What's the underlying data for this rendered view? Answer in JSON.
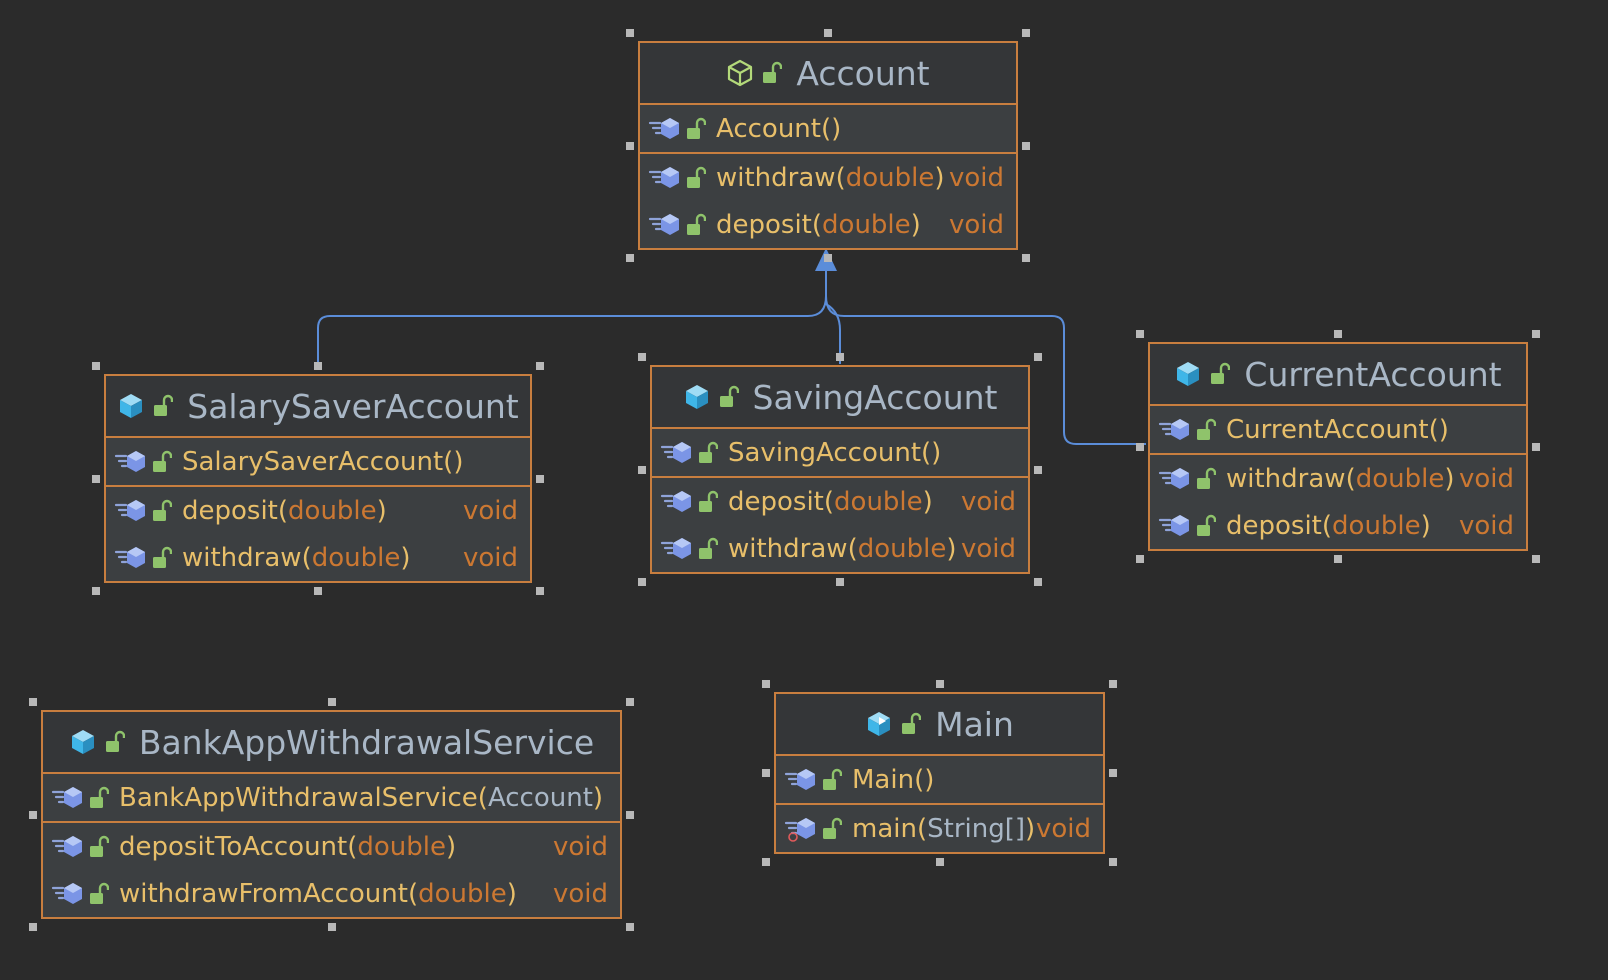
{
  "diagram": {
    "classes": [
      {
        "id": "account",
        "name": "Account",
        "kind": "abstract",
        "sections": [
          [
            {
              "name": "Account",
              "params": [],
              "return": ""
            }
          ],
          [
            {
              "name": "withdraw",
              "params": [
                "double"
              ],
              "return": "void"
            },
            {
              "name": "deposit",
              "params": [
                "double"
              ],
              "return": "void"
            }
          ]
        ]
      },
      {
        "id": "salary-saver-account",
        "name": "SalarySaverAccount",
        "kind": "class",
        "sections": [
          [
            {
              "name": "SalarySaverAccount",
              "params": [],
              "return": ""
            }
          ],
          [
            {
              "name": "deposit",
              "params": [
                "double"
              ],
              "return": "void"
            },
            {
              "name": "withdraw",
              "params": [
                "double"
              ],
              "return": "void"
            }
          ]
        ]
      },
      {
        "id": "saving-account",
        "name": "SavingAccount",
        "kind": "class",
        "sections": [
          [
            {
              "name": "SavingAccount",
              "params": [],
              "return": ""
            }
          ],
          [
            {
              "name": "deposit",
              "params": [
                "double"
              ],
              "return": "void"
            },
            {
              "name": "withdraw",
              "params": [
                "double"
              ],
              "return": "void"
            }
          ]
        ]
      },
      {
        "id": "current-account",
        "name": "CurrentAccount",
        "kind": "class",
        "sections": [
          [
            {
              "name": "CurrentAccount",
              "params": [],
              "return": ""
            }
          ],
          [
            {
              "name": "withdraw",
              "params": [
                "double"
              ],
              "return": "void"
            },
            {
              "name": "deposit",
              "params": [
                "double"
              ],
              "return": "void"
            }
          ]
        ]
      },
      {
        "id": "bank-app-withdrawal-service",
        "name": "BankAppWithdrawalService",
        "kind": "class",
        "sections": [
          [
            {
              "name": "BankAppWithdrawalService",
              "params": [
                "Account"
              ],
              "paramStyle": "type",
              "return": ""
            }
          ],
          [
            {
              "name": "depositToAccount",
              "params": [
                "double"
              ],
              "return": "void"
            },
            {
              "name": "withdrawFromAccount",
              "params": [
                "double"
              ],
              "return": "void"
            }
          ]
        ]
      },
      {
        "id": "main",
        "name": "Main",
        "kind": "main",
        "sections": [
          [
            {
              "name": "Main",
              "params": [],
              "return": ""
            }
          ],
          [
            {
              "name": "main",
              "params": [
                "String[]"
              ],
              "paramStyle": "type",
              "return": "void",
              "static": true
            }
          ]
        ]
      }
    ],
    "inheritance": [
      {
        "from": "salary-saver-account",
        "to": "account"
      },
      {
        "from": "saving-account",
        "to": "account"
      },
      {
        "from": "current-account",
        "to": "account"
      }
    ],
    "colors": {
      "background": "#2b2b2b",
      "border": "#c87e3f",
      "method": "#e8bf6a",
      "keyword": "#cc7832",
      "title": "#a9b7c6",
      "edge": "#5b8dd9",
      "classIcon": "#3fb6e8",
      "abstractIcon": "#b3d97a",
      "lockIcon": "#8fc36b"
    }
  }
}
